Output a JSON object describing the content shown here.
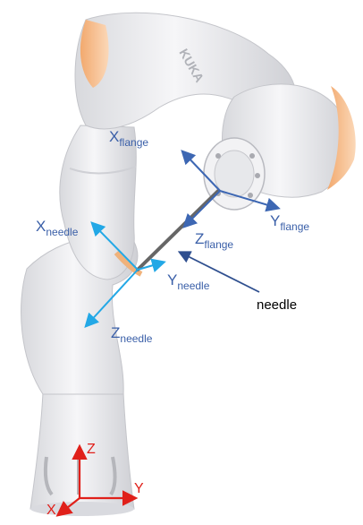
{
  "colors": {
    "flange_axes": "#3d67b3",
    "needle_axes": "#23a8e6",
    "base_axes": "#e0201a",
    "needle": "#555555",
    "robot_body": "#eeeef0",
    "robot_shadow": "#c9cacf",
    "robot_cap": "#f7c49a"
  },
  "flange_frame": {
    "x": {
      "main": "X",
      "sub": "flange"
    },
    "y": {
      "main": "Y",
      "sub": "flange"
    },
    "z": {
      "main": "Z",
      "sub": "flange"
    }
  },
  "needle_frame": {
    "x": {
      "main": "X",
      "sub": "needle"
    },
    "y": {
      "main": "Y",
      "sub": "needle"
    },
    "z": {
      "main": "Z",
      "sub": "needle"
    }
  },
  "needle_label": "needle",
  "base_frame": {
    "x": "X",
    "y": "Y",
    "z": "Z"
  },
  "brand_text": "KUKA"
}
